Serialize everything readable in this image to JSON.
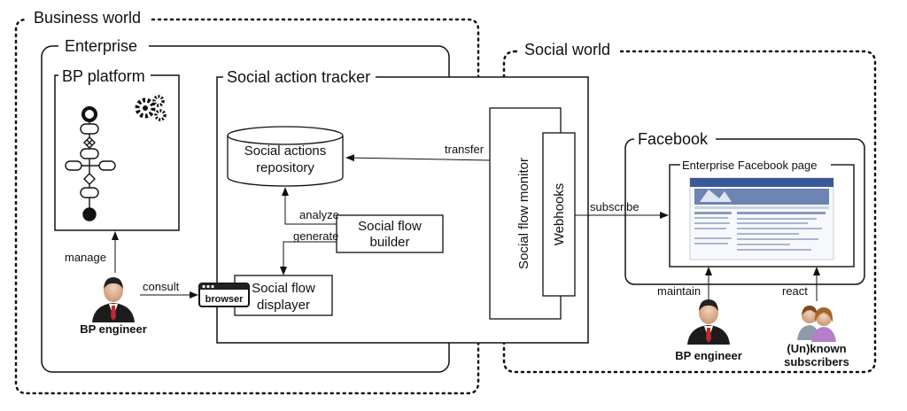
{
  "regions": {
    "business_world": "Business world",
    "enterprise": "Enterprise",
    "social_world": "Social world",
    "facebook": "Facebook"
  },
  "components": {
    "bp_platform": "BP platform",
    "social_action_tracker": "Social action tracker",
    "repository_line1": "Social actions",
    "repository_line2": "repository",
    "builder_line1": "Social flow",
    "builder_line2": "builder",
    "displayer_line1": "Social flow",
    "displayer_line2": "displayer",
    "browser": "browser",
    "social_flow_monitor": "Social flow monitor",
    "webhooks": "Webhooks",
    "enterprise_facebook_page": "Enterprise Facebook page"
  },
  "edges": {
    "transfer": "transfer",
    "analyze": "analyze",
    "generate": "generate",
    "subscribe": "subscribe",
    "manage": "manage",
    "consult": "consult",
    "maintain": "maintain",
    "react": "react"
  },
  "actors": {
    "bp_engineer_left": "BP engineer",
    "bp_engineer_right": "BP engineer",
    "subscribers_line1": "(Un)known",
    "subscribers_line2": "subscribers"
  },
  "icons": [
    "gears-icon",
    "process-model-icon",
    "database-icon",
    "browser-icon",
    "person-icon",
    "group-icon",
    "facebook-page-thumbnail"
  ]
}
